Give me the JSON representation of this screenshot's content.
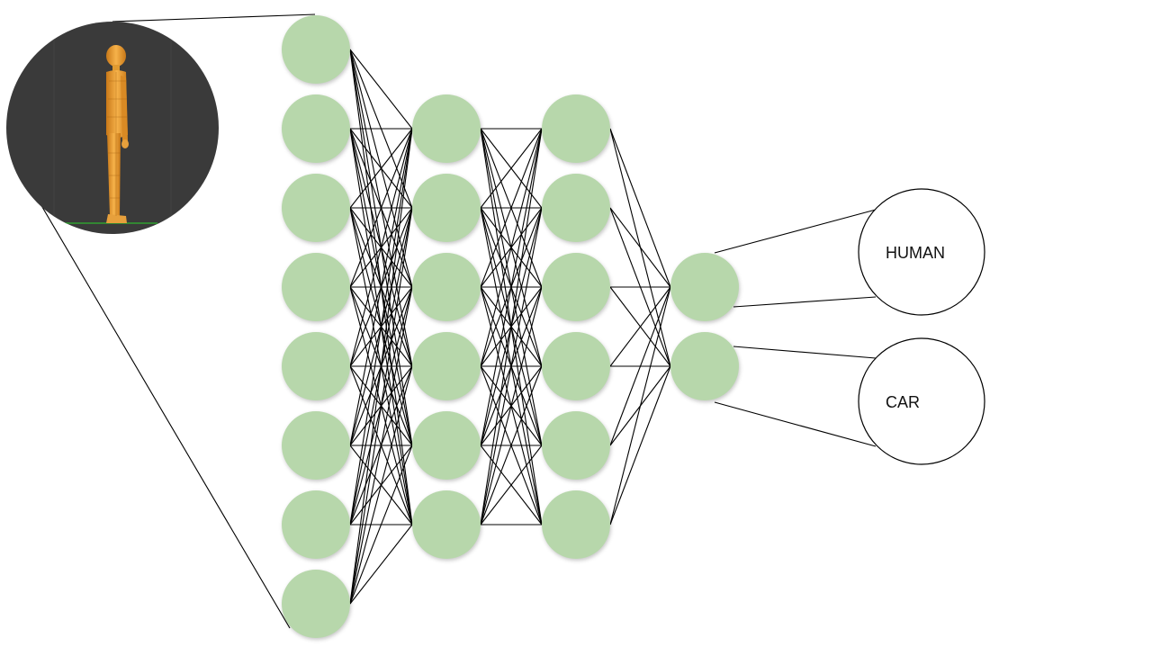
{
  "colors": {
    "neuron": "#b7d7ab",
    "edge": "#000000",
    "input_image_background": "#3a3a3a",
    "figure_body": "#f0a030"
  },
  "input_image": {
    "icon": "human-figure-3d-model-icon"
  },
  "network": {
    "layer_sizes": [
      8,
      6,
      6,
      2
    ]
  },
  "outputs": [
    {
      "label": "HUMAN"
    },
    {
      "label": "CAR"
    }
  ]
}
